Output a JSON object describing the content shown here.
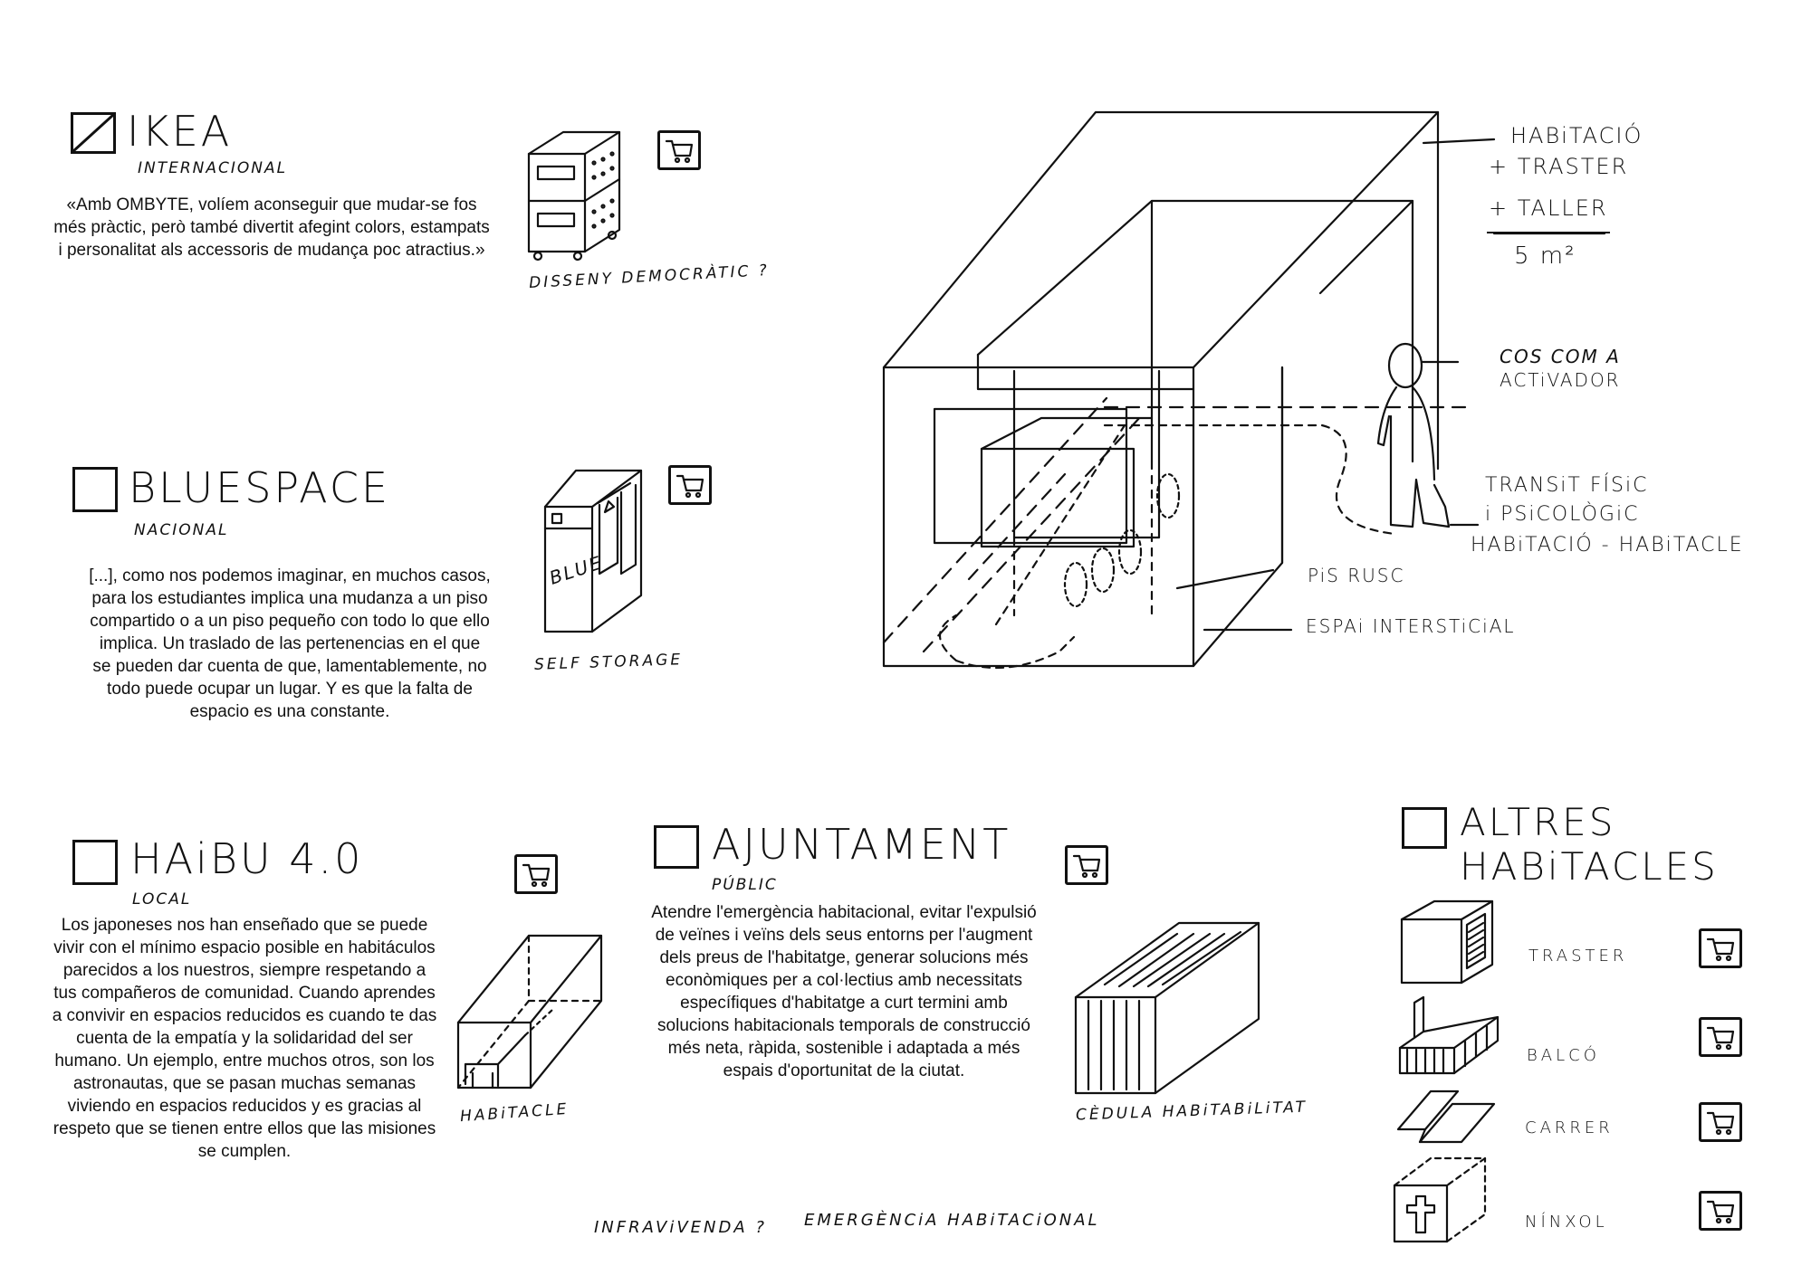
{
  "sections": {
    "ikea": {
      "checked": true,
      "title": "IKEA",
      "scope": "INTERNACIONAL",
      "text": "«Amb OMBYTE, volíem aconseguir que mudar-se fos més pràctic, però també divertit afegint colors, estampats i personalitat als accessoris de mudança poc atractius.»",
      "caption": "DISSENY DEMOCRÀTIC ?"
    },
    "bluespace": {
      "checked": false,
      "title": "BLUESPACE",
      "scope": "NACIONAL",
      "text": "[...], como nos podemos imaginar, en muchos casos, para los estudiantes implica una mudanza a un piso compartido o a un piso pequeño con todo lo que ello implica. Un traslado de las pertenencias en el que se pueden dar cuenta de que, lamentablemente, no todo puede ocupar un lugar. Y es que la falta de espacio es una constante.",
      "caption": "SELF STORAGE",
      "box_text": "BLUE"
    },
    "haibu": {
      "checked": false,
      "title": "HAiBU 4.0",
      "scope": "LOCAL",
      "text": "Los japoneses nos han enseñado que se puede vivir con el mínimo espacio posible en habitáculos parecidos a los nuestros, siempre respetando a tus compañeros de comunidad. Cuando aprendes a convivir en espacios reducidos es cuando te das cuenta de la empatía y la solidaridad del ser humano. Un ejemplo, entre muchos otros, son los astronautas, que se pasan muchas semanas viviendo en espacios reducidos y es gracias al respeto que se tienen entre ellos que las misiones se cumplen.",
      "caption": "HABiTACLE"
    },
    "ajuntament": {
      "checked": false,
      "title": "AJUNTAMENT",
      "scope": "PÚBLIC",
      "text": "Atendre l'emergència habitacional, evitar l'expulsió de veïnes i veïns dels seus entorns per l'augment dels preus de l'habitatge, generar solucions més econòmiques per a col·lectius amb necessitats específiques d'habitatge a curt termini amb solucions habitacionals temporals de construcció més neta, ràpida, sostenible i adaptada a més espais d'oportunitat de la ciutat.",
      "caption": "CÈDULA HABiTABiLiTAT"
    },
    "altres": {
      "checked": false,
      "title": "ALTRES HABiTACLES",
      "items": [
        {
          "label": "TRASTER",
          "icon": "storage-unit-icon"
        },
        {
          "label": "BALCÓ",
          "icon": "balcony-icon"
        },
        {
          "label": "CARRER",
          "icon": "street-icon"
        },
        {
          "label": "NÍNXOL",
          "icon": "niche-icon"
        }
      ]
    }
  },
  "diagram": {
    "labels": {
      "habitacio": "HABiTACIÓ",
      "traster": "+ TRASTER",
      "taller": "+ TALLER",
      "area": "5 m²",
      "cos1": "COS COM A",
      "cos2": "ACTiVADOR",
      "transit1": "TRANSiT FÍSiC",
      "transit2": "i PSiCOLÒGiC",
      "transit3": "HABiTACIÓ - HABiTACLE",
      "pis": "PiS RUSC",
      "espai": "ESPAi INTERSTiCiAL"
    }
  },
  "footer": {
    "left": "INFRAViVENDA ?",
    "right": "EMERGÈNCiA HABiTACiONAL"
  },
  "icons": {
    "cart": "shopping-cart-icon",
    "checkmark": "check-diagonal-icon"
  }
}
